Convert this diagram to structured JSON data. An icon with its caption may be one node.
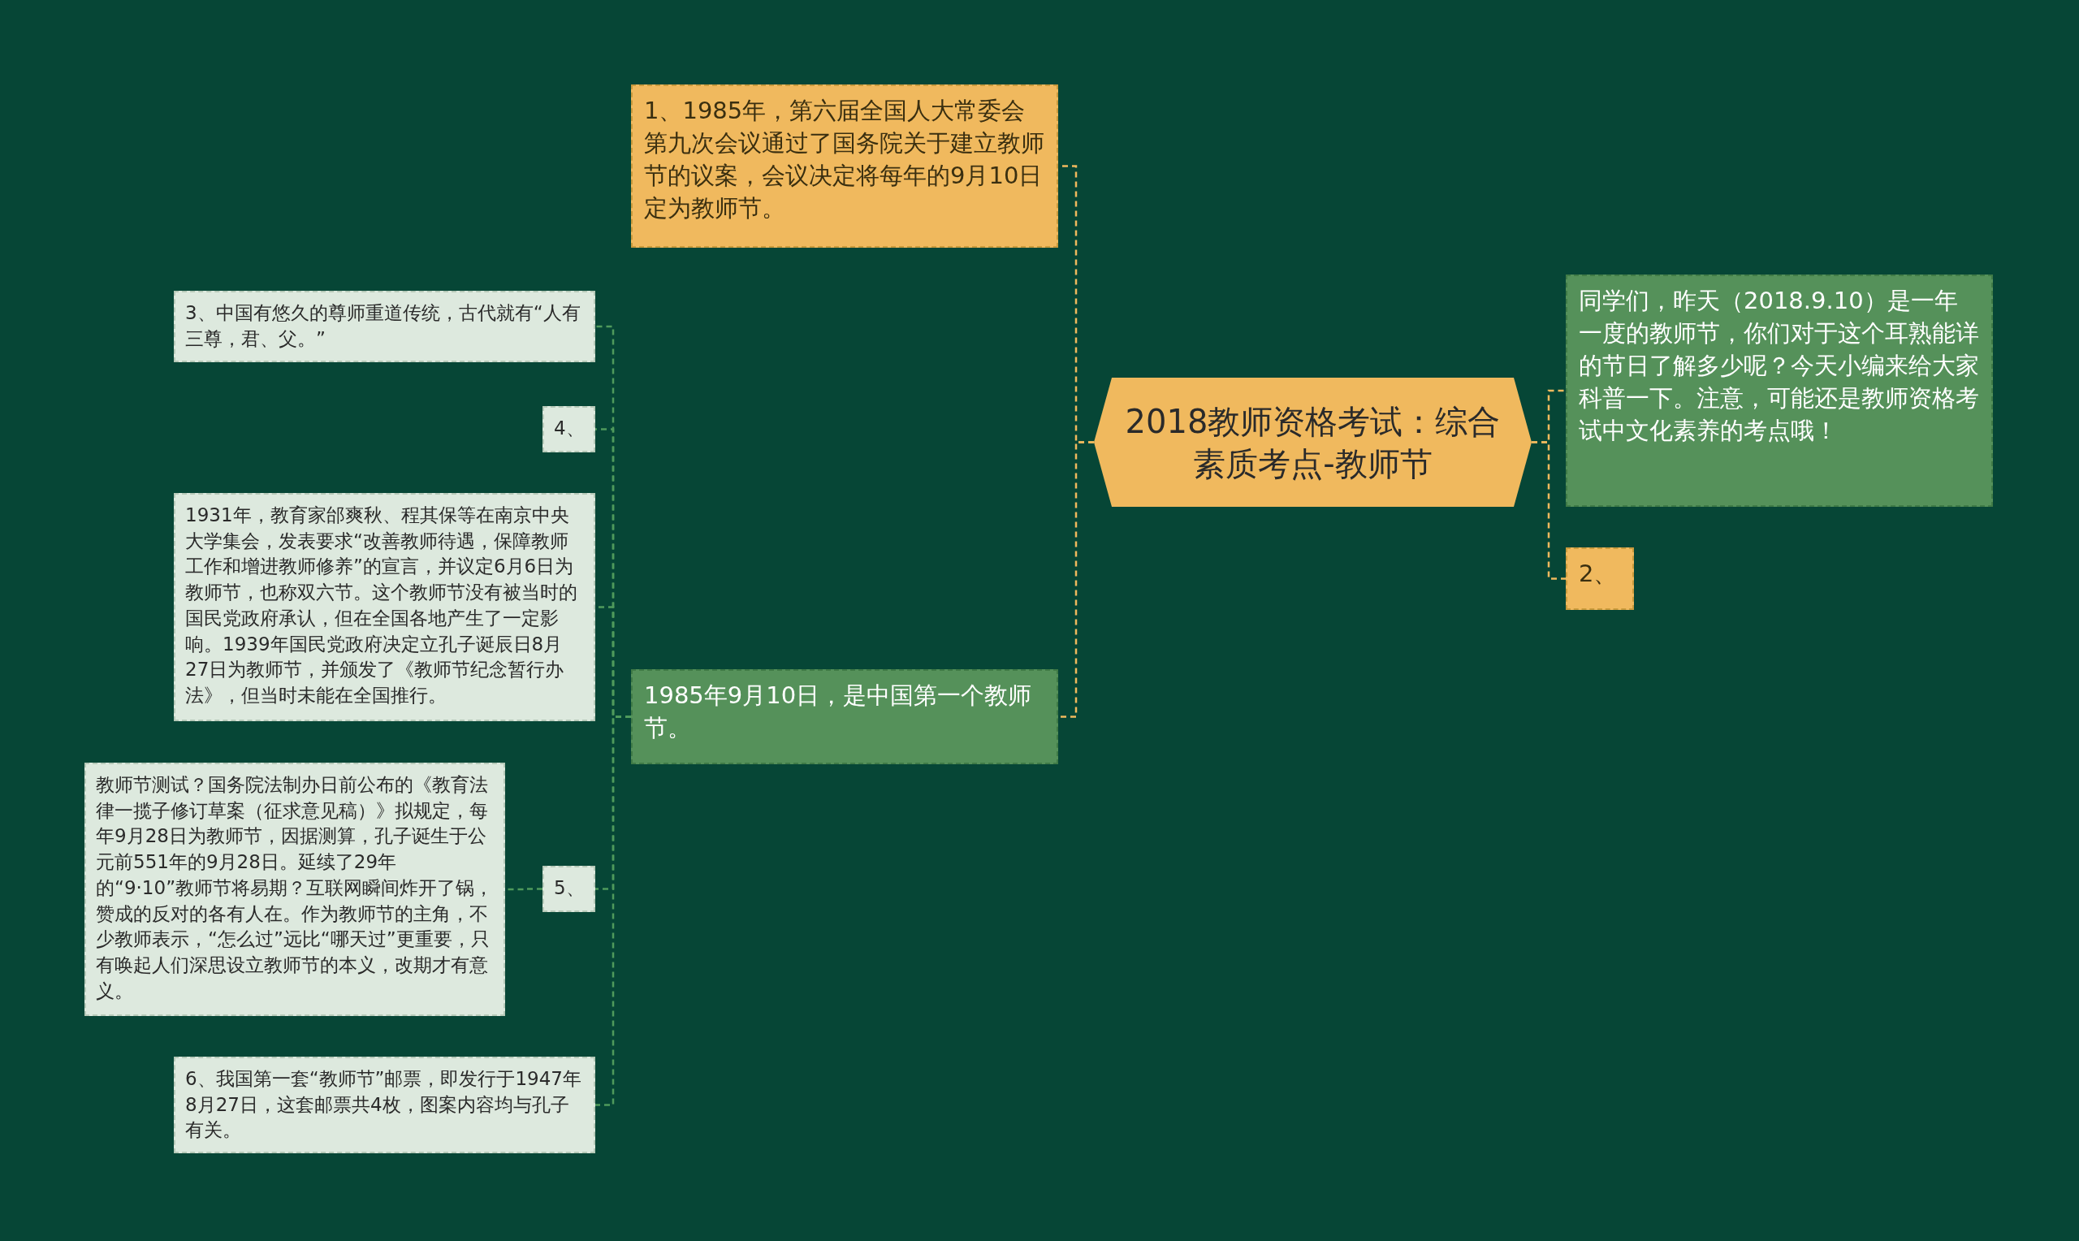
{
  "diagram": {
    "nodes": [
      {
        "text": [
          "2018教师资格考试：综合素质考点-教师节"
        ]
      },
      {
        "text": [
          "1、1985年，第六届全国人大常委会第九次会议通过了国务院关于建立教师节的议案，会议决定将每年的9月10日定为教师节。"
        ]
      },
      {
        "text": [
          "1985年9月10日，是中国第一个教师节。"
        ]
      },
      {
        "text": [
          "3、中国有悠久的尊师重道传统，古代就有“人有三尊，君、父。”"
        ]
      },
      {
        "text": [
          "4、"
        ]
      },
      {
        "text": [
          "1931年，教育家邰爽秋、程其保等在南京中央大学集会，发表要求“改善教师待遇，保障教师工作和增进教师修养”的宣言，并议定6月6日为教师节，也称双六节。这个教师节没有被当时的国民党政府承认，但在全国各地产生了一定影响。1939年国民党政府决定立孔子诞辰日8月27日为教师节，并颁发了《教师节纪念暂行办法》，但当时未能在全国推行。"
        ]
      },
      {
        "text": [
          "5、"
        ]
      },
      {
        "text": [
          "教师节测试？国务院法制办日前公布的《教育法律一揽子修订草案（征求意见稿）》拟规定，每年9月28日为教师节，因据测算，孔子诞生于公元前551年的9月28日。延续了29年的“9·10”教师节将易期？互联网瞬间炸开了锅，赞成的反对的各有人在。作为教师节的主角，不少教师表示，“怎么过”远比“哪天过”更重要，只有唤起人们深思设立教师节的本义，改期才有意义。"
        ]
      },
      {
        "text": [
          "6、我国第一套“教师节”邮票，即发行于1947年8月27日，这套邮票共4枚，图案内容均与孔子有关。"
        ]
      },
      {
        "text": [
          "同学们，昨天（2018.9.10）是一年一度的教师节，你们对于这个耳熟能详的节日了解多少呢？今天小编来给大家科普一下。注意，可能还是教师资格考试中文化素养的考点哦！"
        ]
      },
      {
        "text": [
          "2、"
        ]
      }
    ],
    "edges": [
      {
        "from": 0,
        "to": 1,
        "arrow": "none",
        "style": "dashed",
        "color": "#f0b95e"
      },
      {
        "from": 0,
        "to": 2,
        "arrow": "none",
        "style": "dashed",
        "color": "#f0b95e"
      },
      {
        "from": 2,
        "to": 3,
        "arrow": "none",
        "style": "dashed"
      },
      {
        "from": 2,
        "to": 4,
        "arrow": "none",
        "style": "dashed"
      },
      {
        "from": 2,
        "to": 5,
        "arrow": "none",
        "style": "dashed"
      },
      {
        "from": 2,
        "to": 6,
        "arrow": "none",
        "style": "dashed"
      },
      {
        "from": 6,
        "to": 7,
        "arrow": "none",
        "style": "dashed"
      },
      {
        "from": 2,
        "to": 8,
        "arrow": "none",
        "style": "dashed"
      },
      {
        "from": 0,
        "to": 9,
        "arrow": "none",
        "style": "dashed",
        "color": "#f0b95e"
      },
      {
        "from": 0,
        "to": 10,
        "arrow": "none",
        "style": "dashed",
        "color": "#f0b95e"
      }
    ]
  }
}
